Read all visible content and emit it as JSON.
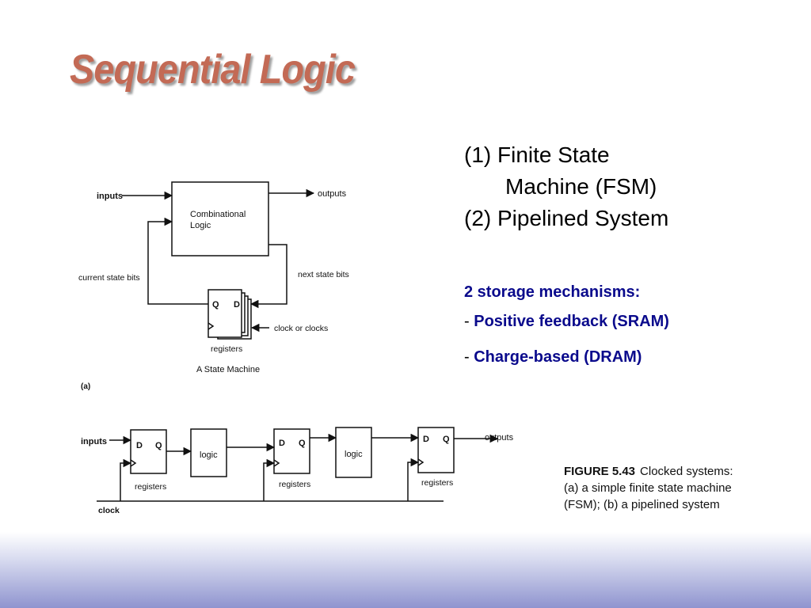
{
  "slide": {
    "title": "Sequential Logic",
    "topics": [
      {
        "line1": "(1) Finite State",
        "line2": "Machine (FSM)"
      },
      {
        "line1": "(2) Pipelined System"
      }
    ],
    "storage": {
      "heading": "2 storage mechanisms:",
      "items": [
        {
          "dash": "-",
          "label": "Positive feedback (SRAM)"
        },
        {
          "dash": "-",
          "label": "Charge-based (DRAM)"
        }
      ]
    }
  },
  "figure": {
    "fsm": {
      "inputs": "inputs",
      "outputs": "outputs",
      "comb_line1": "Combinational",
      "comb_line2": "Logic",
      "current_state": "current state bits",
      "next_state": "next state bits",
      "q": "Q",
      "d": "D",
      "clock": "clock or clocks",
      "registers": "registers",
      "subtitle": "A State Machine",
      "part": "(a)"
    },
    "pipeline": {
      "inputs": "inputs",
      "outputs": "outputs",
      "d": "D",
      "q": "Q",
      "logic": "logic",
      "registers": "registers",
      "clock": "clock"
    },
    "caption": {
      "number": "FIGURE 5.43",
      "text": "Clocked systems: (a) a simple finite state machine (FSM); (b) a pipelined system"
    }
  }
}
